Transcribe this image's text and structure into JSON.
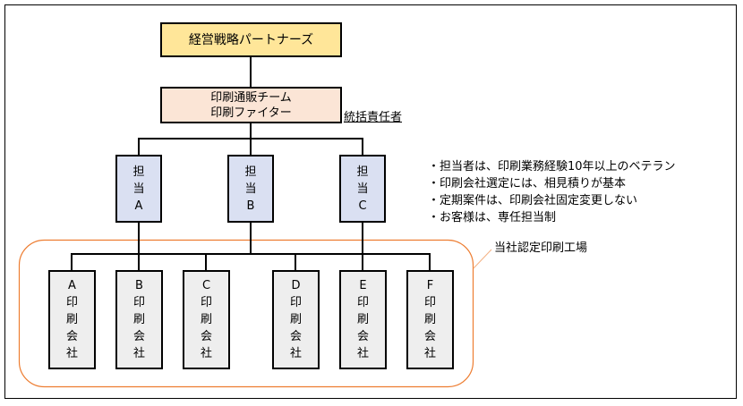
{
  "diagram": {
    "type": "org-chart",
    "top": {
      "label": "経営戦略パートナーズ",
      "fill": "#ffe699"
    },
    "team": {
      "lines": [
        "印刷通販チーム",
        "印刷ファイター"
      ],
      "fill": "#fbe5d6"
    },
    "team_role_label": "統括責任者",
    "staff": [
      {
        "chars": [
          "担",
          "当",
          "A"
        ]
      },
      {
        "chars": [
          "担",
          "当",
          "B"
        ]
      },
      {
        "chars": [
          "担",
          "当",
          "C"
        ]
      }
    ],
    "staff_fill": "#dae0f2",
    "notes": [
      "・担当者は、印刷業務経験10年以上のベテラン",
      "・印刷会社選定には、相見積りが基本",
      "・定期案件は、印刷会社固定変更しない",
      "・お客様は、専任担当制"
    ],
    "factory_group_label": "当社認定印刷工場",
    "factory_group_color": "#ed7d31",
    "companies": [
      {
        "chars": [
          "A",
          "印",
          "刷",
          "会",
          "社"
        ]
      },
      {
        "chars": [
          "B",
          "印",
          "刷",
          "会",
          "社"
        ]
      },
      {
        "chars": [
          "C",
          "印",
          "刷",
          "会",
          "社"
        ]
      },
      {
        "chars": [
          "D",
          "印",
          "刷",
          "会",
          "社"
        ]
      },
      {
        "chars": [
          "E",
          "印",
          "刷",
          "会",
          "社"
        ]
      },
      {
        "chars": [
          "F",
          "印",
          "刷",
          "会",
          "社"
        ]
      }
    ],
    "company_fill": "#eeeeee"
  }
}
